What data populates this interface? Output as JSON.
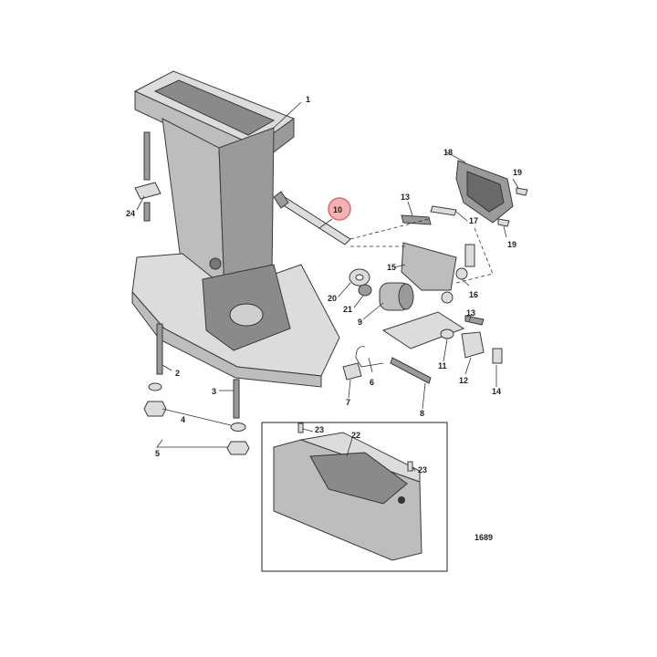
{
  "figure_number": "1689",
  "highlight_color": "#e07a7a",
  "callouts": [
    {
      "id": "c1",
      "text": "1"
    },
    {
      "id": "c2",
      "text": "2"
    },
    {
      "id": "c3",
      "text": "3"
    },
    {
      "id": "c4",
      "text": "4"
    },
    {
      "id": "c5",
      "text": "5"
    },
    {
      "id": "c6",
      "text": "6"
    },
    {
      "id": "c7",
      "text": "7"
    },
    {
      "id": "c8",
      "text": "8"
    },
    {
      "id": "c9",
      "text": "9"
    },
    {
      "id": "c10",
      "text": "10"
    },
    {
      "id": "c11",
      "text": "11"
    },
    {
      "id": "c12",
      "text": "12"
    },
    {
      "id": "c13a",
      "text": "13"
    },
    {
      "id": "c13b",
      "text": "13"
    },
    {
      "id": "c14",
      "text": "14"
    },
    {
      "id": "c15",
      "text": "15"
    },
    {
      "id": "c16",
      "text": "16"
    },
    {
      "id": "c17",
      "text": "17"
    },
    {
      "id": "c18",
      "text": "18"
    },
    {
      "id": "c19a",
      "text": "19"
    },
    {
      "id": "c19b",
      "text": "19"
    },
    {
      "id": "c20",
      "text": "20"
    },
    {
      "id": "c21",
      "text": "21"
    },
    {
      "id": "c22",
      "text": "22"
    },
    {
      "id": "c23a",
      "text": "23"
    },
    {
      "id": "c23b",
      "text": "23"
    },
    {
      "id": "c24",
      "text": "24"
    }
  ]
}
